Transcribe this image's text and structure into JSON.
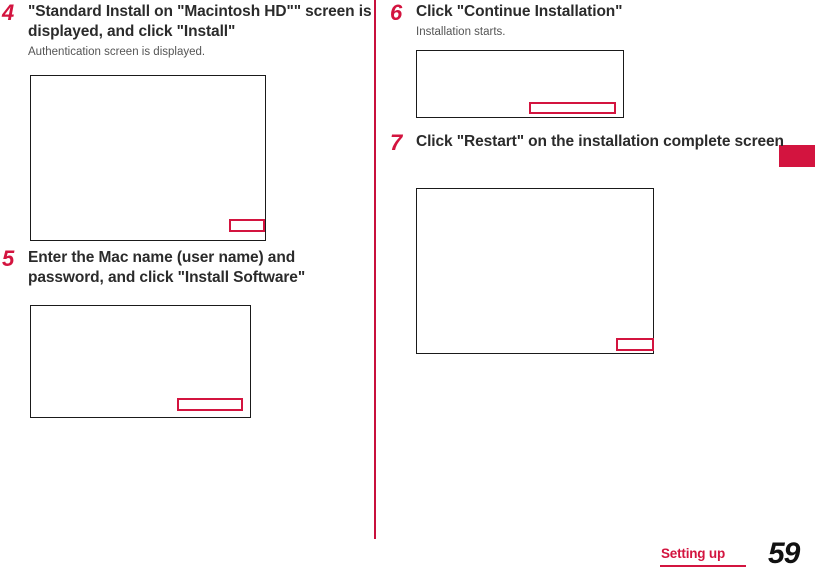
{
  "document": {
    "type": "printed-manual-page",
    "page_number": "59",
    "section_label": "Setting up",
    "accent_color": "#d3143f",
    "text_color": "#2b2b2b",
    "subtext_color": "#555555"
  },
  "side_tab": {
    "name": "section-tab-marker",
    "color": "#d3143f"
  },
  "columns": {
    "left": {
      "steps": [
        {
          "number": "4",
          "title": "\"Standard Install on \"Macintosh HD\"\" screen is displayed, and click \"Install\"",
          "subtitle": "Authentication screen is displayed.",
          "figure": {
            "name": "standard-install-screen-figure",
            "highlight": "install-button-highlight"
          }
        },
        {
          "number": "5",
          "title": "Enter the Mac name (user name) and password, and click \"Install Software\"",
          "subtitle": "",
          "figure": {
            "name": "authentication-screen-figure",
            "highlight": "install-software-button-highlight"
          }
        }
      ]
    },
    "right": {
      "steps": [
        {
          "number": "6",
          "title": "Click \"Continue Installation\"",
          "subtitle": "Installation starts.",
          "figure": {
            "name": "continue-installation-dialog-figure",
            "highlight": "continue-installation-button-highlight"
          }
        },
        {
          "number": "7",
          "title": "Click \"Restart\" on the installation complete screen",
          "subtitle": "",
          "figure": {
            "name": "installation-complete-screen-figure",
            "highlight": "restart-button-highlight"
          }
        }
      ]
    }
  }
}
